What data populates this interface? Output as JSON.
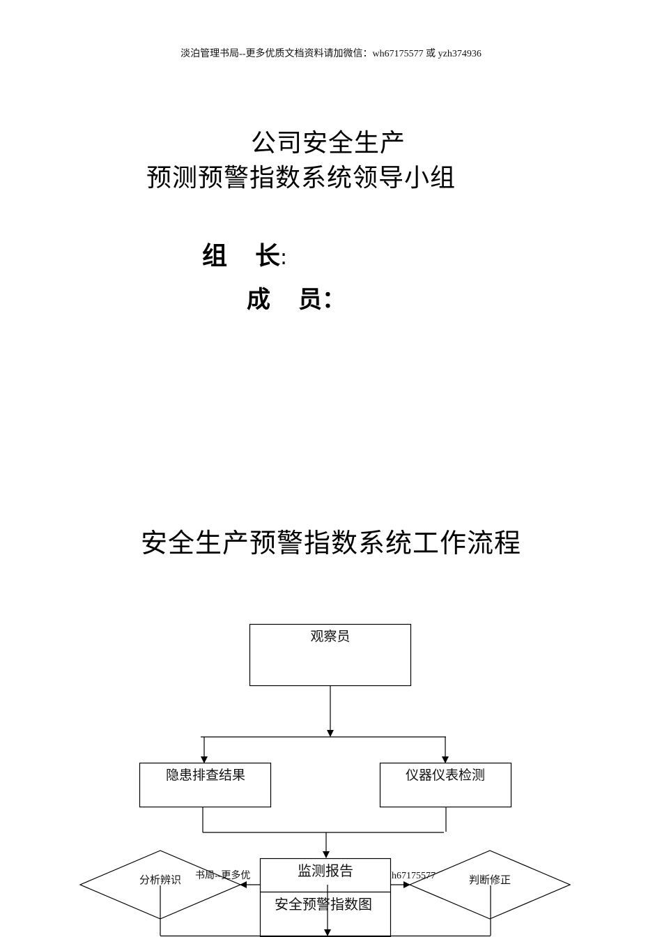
{
  "header": {
    "watermark": "淡泊管理书局--更多优质文档资料请加微信：wh67175577 或 yzh374936"
  },
  "leadership": {
    "title_line1": "公司安全生产",
    "title_line2": "预测预警指数系统领导小组",
    "leader_label_a": "组",
    "leader_label_b": "长",
    "leader_colon": ":",
    "members_label_a": "成",
    "members_label_b": "员：",
    "leader_value": "",
    "members_value": ""
  },
  "flowchart": {
    "title": "安全生产预警指数系统工作流程",
    "nodes": {
      "observer": "观察员",
      "hazard_results": "隐患排查结果",
      "instrument_detection": "仪器仪表检测",
      "monitoring_report": "监测报告",
      "warning_index_chart": "安全预警指数图",
      "analysis": "分析辨识",
      "correction": "判断修正"
    },
    "watermark_fragment_left": "书局--更多优",
    "watermark_fragment_right": "h67175577"
  },
  "colors": {
    "line": "#000000",
    "text": "#111111",
    "background": "#ffffff"
  }
}
